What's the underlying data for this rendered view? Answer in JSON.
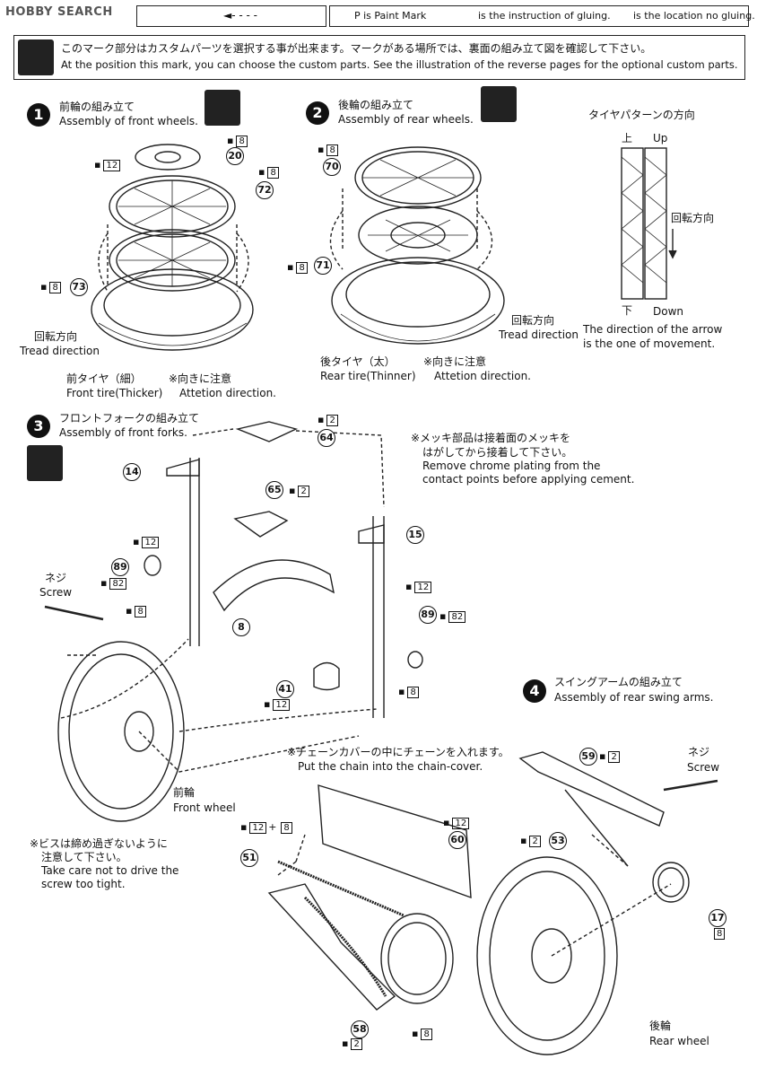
{
  "header": {
    "logo": "HOBBY SEARCH",
    "left_arrow": "◄- - - -",
    "legend": {
      "paint_mark": "P is Paint Mark",
      "glue_text": "is the instruction of gluing.",
      "noglue_text": "is the location no gluing."
    }
  },
  "notice": {
    "jp": "このマーク部分はカスタムパーツを選択する事が出来ます。マークがある場所では、裏面の組み立て図を確認して下さい。",
    "en": "At the position this mark, you can choose the custom parts. See the illustration of the reverse pages for the optional custom parts."
  },
  "step1": {
    "num": "1",
    "jp": "前輪の組み立て",
    "en": "Assembly of front wheels.",
    "tread_jp": "回転方向",
    "tread_en": "Tread direction",
    "tire_jp": "前タイヤ（細）",
    "tire_en": "Front tire(Thicker)",
    "attn_jp": "※向きに注意",
    "attn_en": "Attetion direction.",
    "parts": [
      "20",
      "72",
      "73"
    ],
    "paints": [
      "8",
      "12",
      "8",
      "8"
    ]
  },
  "step2": {
    "num": "2",
    "jp": "後輪の組み立て",
    "en": "Assembly of rear wheels.",
    "tread_jp": "回転方向",
    "tread_en": "Tread direction",
    "tire_jp": "後タイヤ（太）",
    "tire_en": "Rear tire(Thinner)",
    "attn_jp": "※向きに注意",
    "attn_en": "Attetion direction.",
    "parts": [
      "70",
      "71"
    ],
    "paints": [
      "8",
      "8"
    ]
  },
  "tire_pattern": {
    "title": "タイヤパターンの方向",
    "up_jp": "上",
    "up_en": "Up",
    "rot_jp": "回転方向",
    "down_jp": "下",
    "down_en": "Down",
    "note1": "The direction of the arrow",
    "note2": "is the one of movement."
  },
  "step3": {
    "num": "3",
    "jp": "フロントフォークの組み立て",
    "en": "Assembly of front forks.",
    "chrome_jp1": "※メッキ部品は接着面のメッキを",
    "chrome_jp2": "はがしてから接着して下さい。",
    "chrome_en1": "Remove chrome plating from the",
    "chrome_en2": "contact points before applying cement.",
    "screw_jp": "ネジ",
    "screw_en": "Screw",
    "frontwheel_jp": "前輪",
    "frontwheel_en": "Front wheel",
    "parts": [
      "64",
      "14",
      "65",
      "15",
      "89",
      "8",
      "89",
      "41"
    ],
    "paints": [
      "2",
      "2",
      "12",
      "82",
      "8",
      "12",
      "82",
      "8",
      "12"
    ]
  },
  "step4": {
    "num": "4",
    "jp": "スイングアームの組み立て",
    "en": "Assembly of rear swing arms.",
    "chain_jp": "※チェーンカバーの中にチェーンを入れます。",
    "chain_en": "Put the chain into the chain-cover.",
    "screw_jp": "ネジ",
    "screw_en": "Screw",
    "caution_jp1": "※ビスは締め過ぎないように",
    "caution_jp2": "注意して下さい。",
    "caution_en1": "Take care not to drive the",
    "caution_en2": "screw too tight.",
    "rearwheel_jp": "後輪",
    "rearwheel_en": "Rear wheel",
    "plus": "+",
    "parts": [
      "59",
      "60",
      "51",
      "53",
      "17",
      "58"
    ],
    "paints": [
      "2",
      "12",
      "8",
      "12",
      "2",
      "8",
      "2",
      "8"
    ]
  }
}
